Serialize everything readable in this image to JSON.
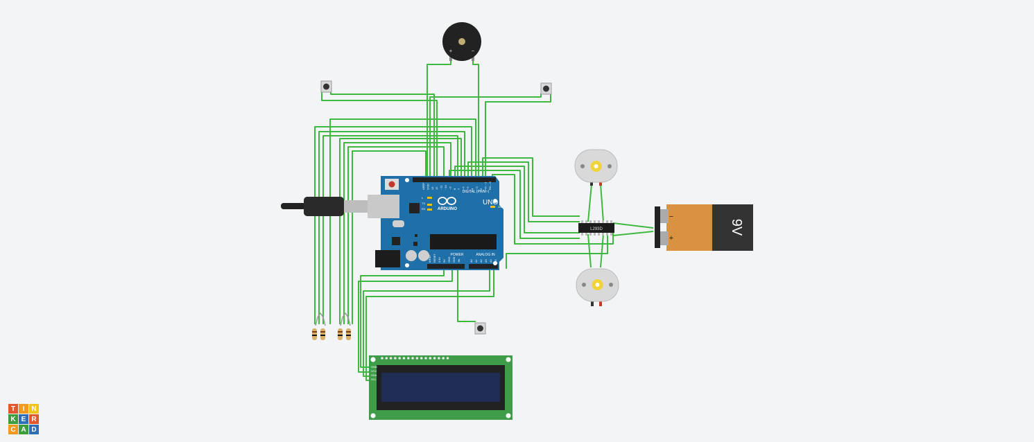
{
  "canvas": {
    "background": "#f3f4f6",
    "wire_color": "#3fb83f"
  },
  "arduino": {
    "brand": "ARDUINO",
    "model": "UNO",
    "digital_header": "DIGITAL (PWM~)",
    "power_label": "POWER",
    "analog_label": "ANALOG IN",
    "on_label": "ON",
    "board_color": "#1f6fa8",
    "digital_pins": [
      "AREF",
      "GND",
      "13",
      "12",
      "~11",
      "~10",
      "~9",
      "8",
      "7",
      "~6",
      "~5",
      "4",
      "~3",
      "2",
      "TX→1",
      "RX←0"
    ],
    "power_pins": [
      "IOREF",
      "RESET",
      "3.3V",
      "5V",
      "GND",
      "GND",
      "Vin"
    ],
    "analog_pins": [
      "A0",
      "A1",
      "A2",
      "A3",
      "A4",
      "A5"
    ],
    "led_labels": [
      "L",
      "TX",
      "RX"
    ]
  },
  "lcd": {
    "pins": [
      "GND",
      "VCC",
      "SDA",
      "SCL"
    ],
    "pcb_color": "#3f9d4a",
    "screen_color": "#1f2d55"
  },
  "driver": {
    "label": "L293D"
  },
  "battery": {
    "voltage_label": "9V",
    "minus": "−",
    "plus": "+"
  },
  "buzzer": {
    "plus": "+",
    "minus": "−"
  },
  "logo": {
    "letters": [
      "T",
      "I",
      "N",
      "K",
      "E",
      "R",
      "C",
      "A",
      "D"
    ],
    "colors": [
      "#e3572e",
      "#f29a1f",
      "#f6c31b",
      "#3c9d3e",
      "#2d6eb5",
      "#e3572e",
      "#f29a1f",
      "#3c9d3e",
      "#2d6eb5"
    ]
  }
}
